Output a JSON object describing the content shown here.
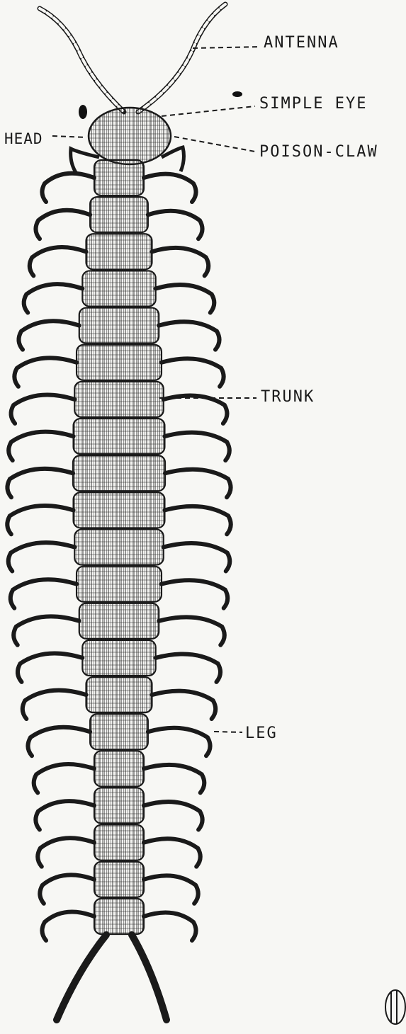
{
  "labels": {
    "antenna": "ANTENNA",
    "simple_eye": "SIMPLE EYE",
    "head": "HEAD",
    "poison_claw": "POISON-CLAW",
    "trunk": "TRUNK",
    "leg": "LEG"
  },
  "colors": {
    "ink": "#1a1a1a",
    "paper": "#f7f7f4"
  }
}
